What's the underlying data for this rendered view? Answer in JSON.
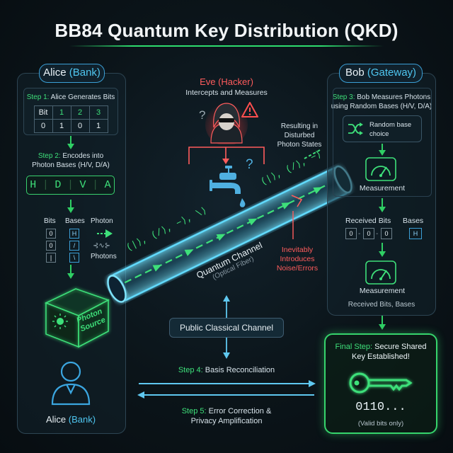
{
  "title": "BB84 Quantum Key Distribution (QKD)",
  "alice": {
    "header_name": "Alice",
    "header_org": "(Bank)",
    "step1_label": "Step 1:",
    "step1_text": "Alice Generates Bits",
    "table_header": [
      "Bit",
      "1",
      "2",
      "3"
    ],
    "table_row": [
      "0",
      "1",
      "0",
      "1"
    ],
    "step2_label": "Step 2:",
    "step2_text_line1": "Encodes into",
    "step2_text_line2": "Photon Bases (H/V, D/A)",
    "bases": [
      "H",
      "D",
      "V",
      "A"
    ],
    "bits_label": "Bits",
    "bases_label": "Bases",
    "photon_label": "Photon",
    "photons_label": "Photons",
    "bit_cells": [
      "0",
      "0",
      "|"
    ],
    "basis_cells": [
      "H",
      "/",
      "\\"
    ],
    "source_line1": "Photon",
    "source_line2": "Source",
    "footer_name": "Alice",
    "footer_org": "(Bank)"
  },
  "eve": {
    "name": "Eve",
    "role": "(Hacker)",
    "subtitle": "Intercepts and Measures",
    "result_line1": "Resulting in",
    "result_line2": "Disturbed",
    "result_line3": "Photon States",
    "noise_line1": "Inevitably",
    "noise_line2": "Introduces",
    "noise_line3": "Noise/Errors"
  },
  "channel": {
    "label": "Quantum Channel",
    "sublabel": "(Optical Fiber)",
    "states_lower": "(|⟩,  (/⟩,  −⟩,  \\⟩",
    "states_upper": "(|⟩,  (/⟩,  −⟩"
  },
  "bob": {
    "header_name": "Bob",
    "header_org": "(Gateway)",
    "step3_label": "Step 3:",
    "step3_line1": "Bob Measures Photons",
    "step3_line2": "using Random Bases (H/V, D/A)",
    "random_line1": "Random base",
    "random_line2": "choice",
    "measurement1": "Measurement",
    "received_bits_label": "Received Bits",
    "bases_label": "Bases",
    "received_bits": [
      "0",
      "0",
      "0"
    ],
    "received_basis": "H",
    "measurement2": "Measurement",
    "footer": "Received Bits, Bases"
  },
  "classical": {
    "label": "Public Classical Channel",
    "step4_label": "Step 4:",
    "step4_text": "Basis Reconciliation",
    "step5_label": "Step 5:",
    "step5_line1": "Error Correction &",
    "step5_line2": "Privacy Amplification"
  },
  "final": {
    "label": "Final Step:",
    "line1": "Secure Shared",
    "line2": "Key Established!",
    "key_value": "0110...",
    "note": "(Valid bits only)"
  },
  "colors": {
    "accent_green": "#3ee07a",
    "accent_cyan": "#4fc6f0",
    "alert_red": "#ff5c5c",
    "panel_border": "#2d4553"
  },
  "icons": [
    "shuffle-icon",
    "gauge-icon",
    "key-icon",
    "user-icon",
    "hacker-icon",
    "warning-icon",
    "faucet-icon",
    "photon-source-icon"
  ]
}
